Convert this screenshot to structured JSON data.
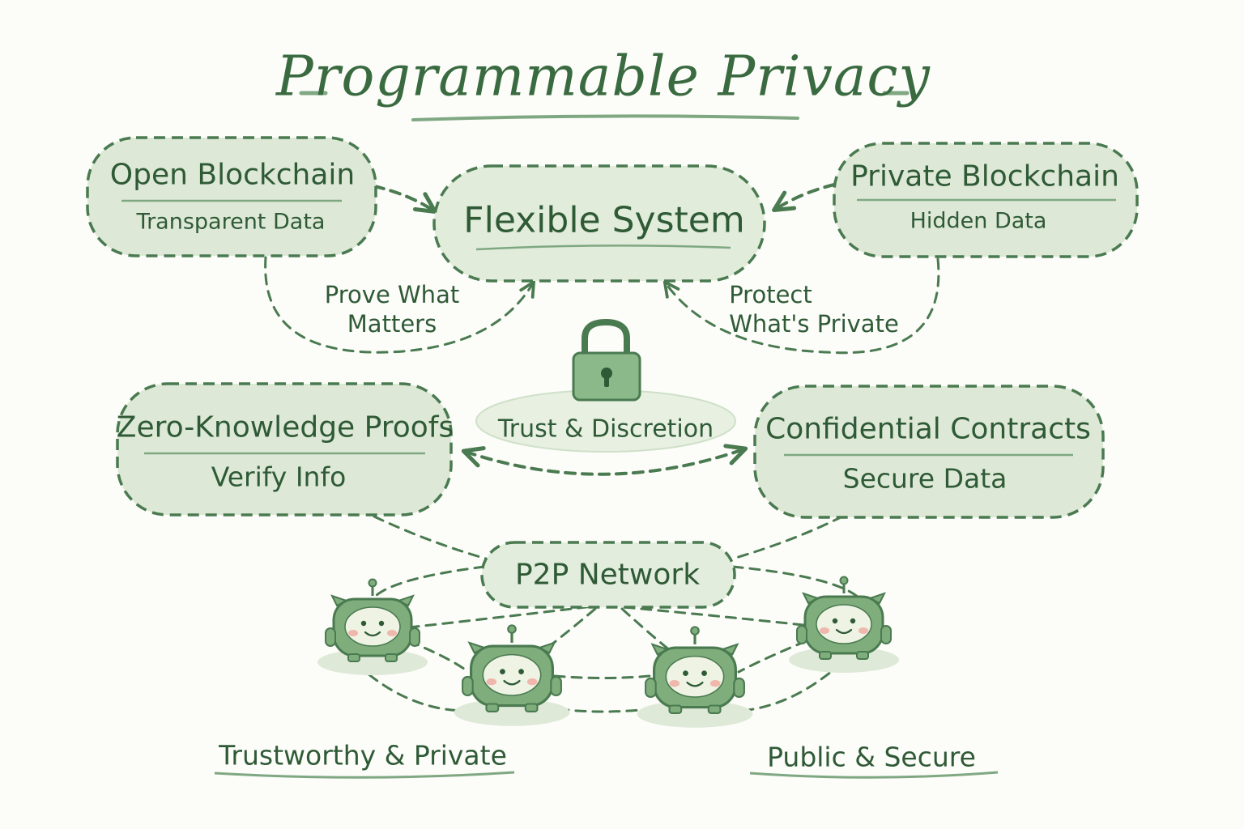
{
  "title": "Programmable Privacy",
  "colors": {
    "stroke": "#4a7a50",
    "fill": "#dde9d6",
    "fill_light": "#e8f0e2",
    "text": "#2f5a36",
    "lock": "#8bb98a",
    "robot": "#7fad7c",
    "robot_face": "#eef3e3",
    "cheek": "#f0b7ac"
  },
  "nodes": {
    "open_blockchain": {
      "title": "Open Blockchain",
      "subtitle": "Transparent Data"
    },
    "flexible_system": {
      "title": "Flexible System"
    },
    "private_blockchain": {
      "title": "Private Blockchain",
      "subtitle": "Hidden Data"
    },
    "zero_knowledge": {
      "title": "Zero-Knowledge Proofs",
      "subtitle": "Verify Info"
    },
    "confidential_contracts": {
      "title": "Confidential Contracts",
      "subtitle": "Secure Data"
    },
    "p2p_network": {
      "title": "P2P Network"
    }
  },
  "labels": {
    "prove_what_matters": "Prove What\nMatters",
    "protect_whats_private": "Protect\nWhat's Private",
    "trust_discretion": "Trust & Discretion"
  },
  "icons": {
    "lock": "padlock-icon",
    "robot": "robot-node-icon"
  },
  "captions": {
    "left": "Trustworthy & Private",
    "right": "Public & Secure"
  }
}
